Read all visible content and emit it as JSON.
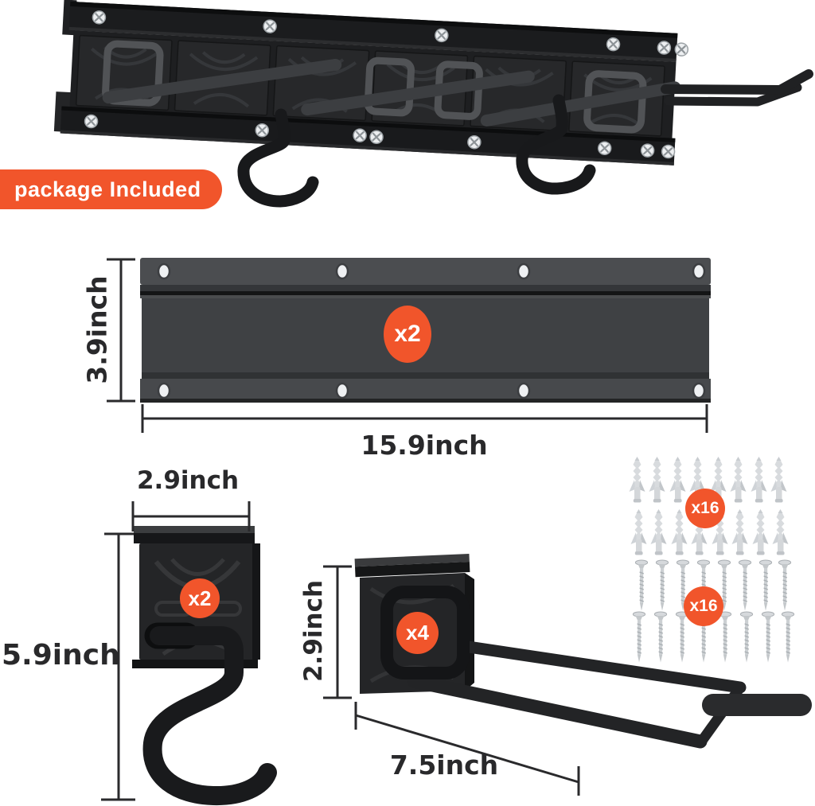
{
  "colors": {
    "accent": "#F1552B",
    "product": "#242527",
    "hardware_gray": "#D6D9DC",
    "dimension_text": "#29292B",
    "background": "#FFFFFF"
  },
  "package_badge": {
    "label": "package Included"
  },
  "items": {
    "rail": {
      "count": "x2",
      "height": "3.9inch",
      "width": "15.9inch"
    },
    "s_hook": {
      "count": "x2",
      "width": "2.9inch",
      "height": "5.9inch"
    },
    "rake_hook": {
      "count": "x4",
      "height": "2.9inch",
      "length": "7.5inch"
    },
    "wall_anchors": {
      "count": "x16"
    },
    "screws": {
      "count": "x16"
    }
  }
}
